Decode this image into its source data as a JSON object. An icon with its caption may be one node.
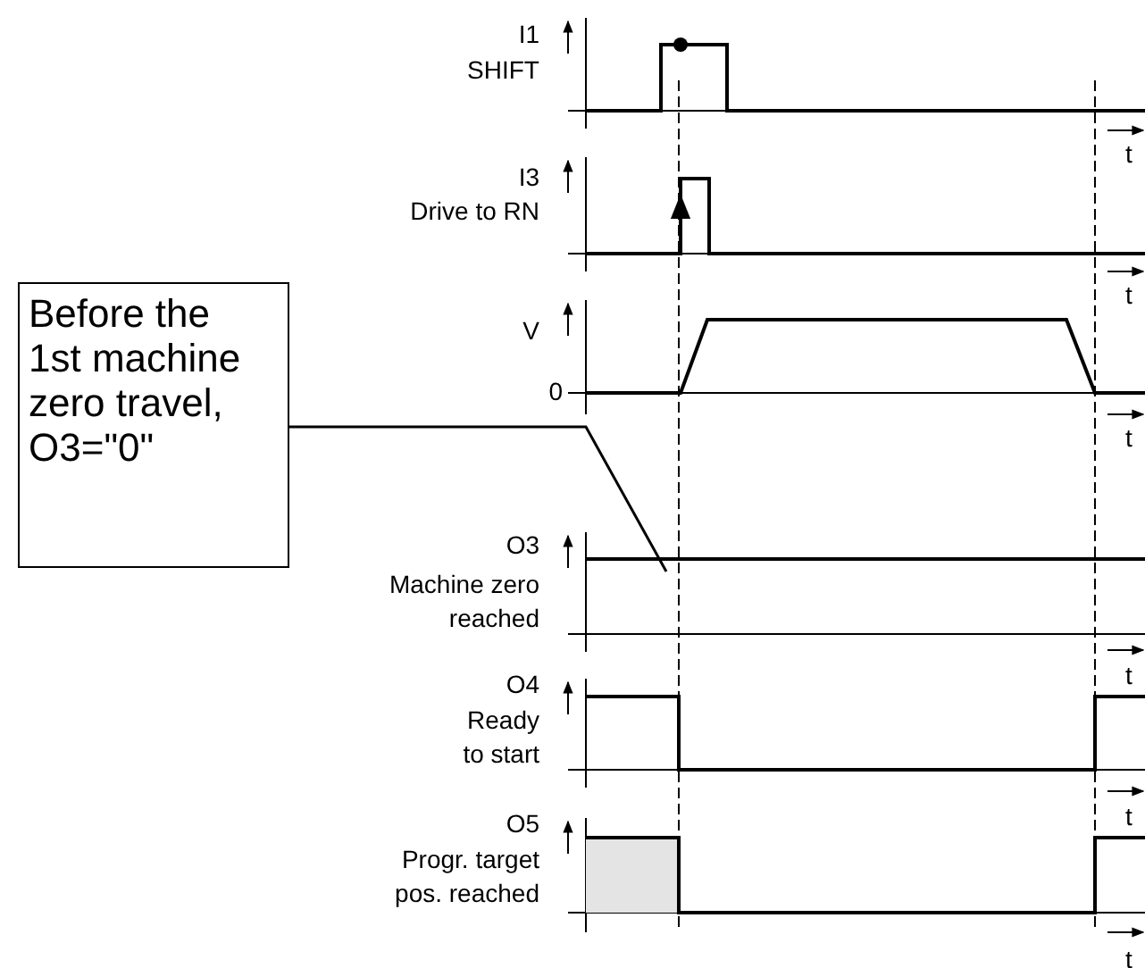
{
  "diagram": {
    "nodes": [
      {
        "text": [
          "Before the 1st machine zero travel, O3=\"0\""
        ]
      },
      {
        "text": [],
        "shape": "line"
      }
    ],
    "edges": [
      {
        "from": 0,
        "to": 1,
        "arrow": "none"
      }
    ],
    "labels": [
      "I1",
      "SHIFT",
      "t",
      "I3",
      "Drive to RN",
      "t",
      "V",
      "0",
      "t",
      "O3",
      "Machine zero reached",
      "t",
      "O4",
      "Ready to start",
      "t",
      "O5",
      "Progr. target pos. reached",
      "t"
    ]
  }
}
